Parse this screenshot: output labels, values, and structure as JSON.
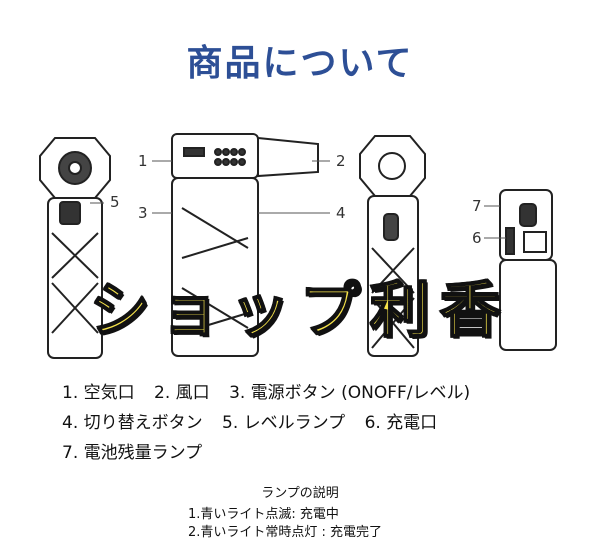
{
  "title": "商品について",
  "callouts": [
    "1",
    "2",
    "3",
    "4",
    "5",
    "6",
    "7"
  ],
  "watermark": "ショップ利香",
  "parts": {
    "row1": [
      "1. 空気口",
      "2. 風口",
      "3. 電源ボタン (ONOFF/レベル)"
    ],
    "row2": [
      "4. 切り替えボタン",
      "5. レベルランプ",
      "6. 充電口"
    ],
    "row3": [
      "7. 電池残量ランプ"
    ]
  },
  "lamp": {
    "title": "ランプの説明",
    "lines": [
      "1.青いライト点滅: 充電中",
      "2.青いライト常時点灯 : 充電完了"
    ]
  },
  "colors": {
    "title": "#2d4f96",
    "watermark_fill": "#f5e24a",
    "watermark_stroke": "#111111"
  }
}
